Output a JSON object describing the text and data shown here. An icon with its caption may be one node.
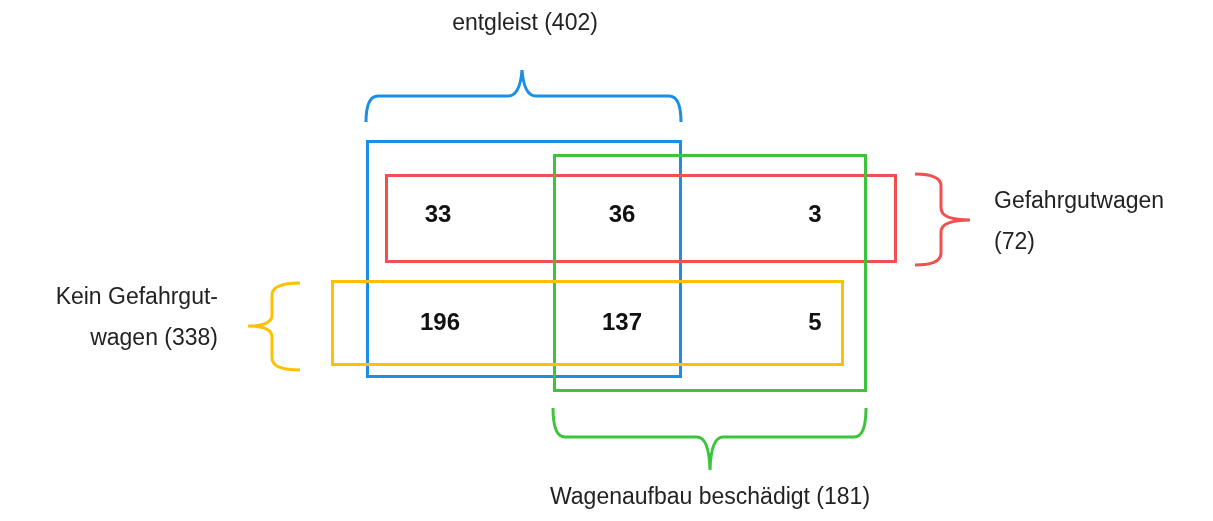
{
  "diagram": {
    "nodes": [
      {
        "text": [
          "entgleist (402)"
        ]
      },
      {
        "text": [
          "Gefahrgutwagen (72)"
        ]
      },
      {
        "text": [
          "Wagenaufbau beschädigt (181)"
        ]
      },
      {
        "text": [
          "Kein Gefahrgut- wagen (338)"
        ]
      }
    ],
    "labels": [
      "33",
      "36",
      "3",
      "196",
      "137",
      "5"
    ]
  }
}
